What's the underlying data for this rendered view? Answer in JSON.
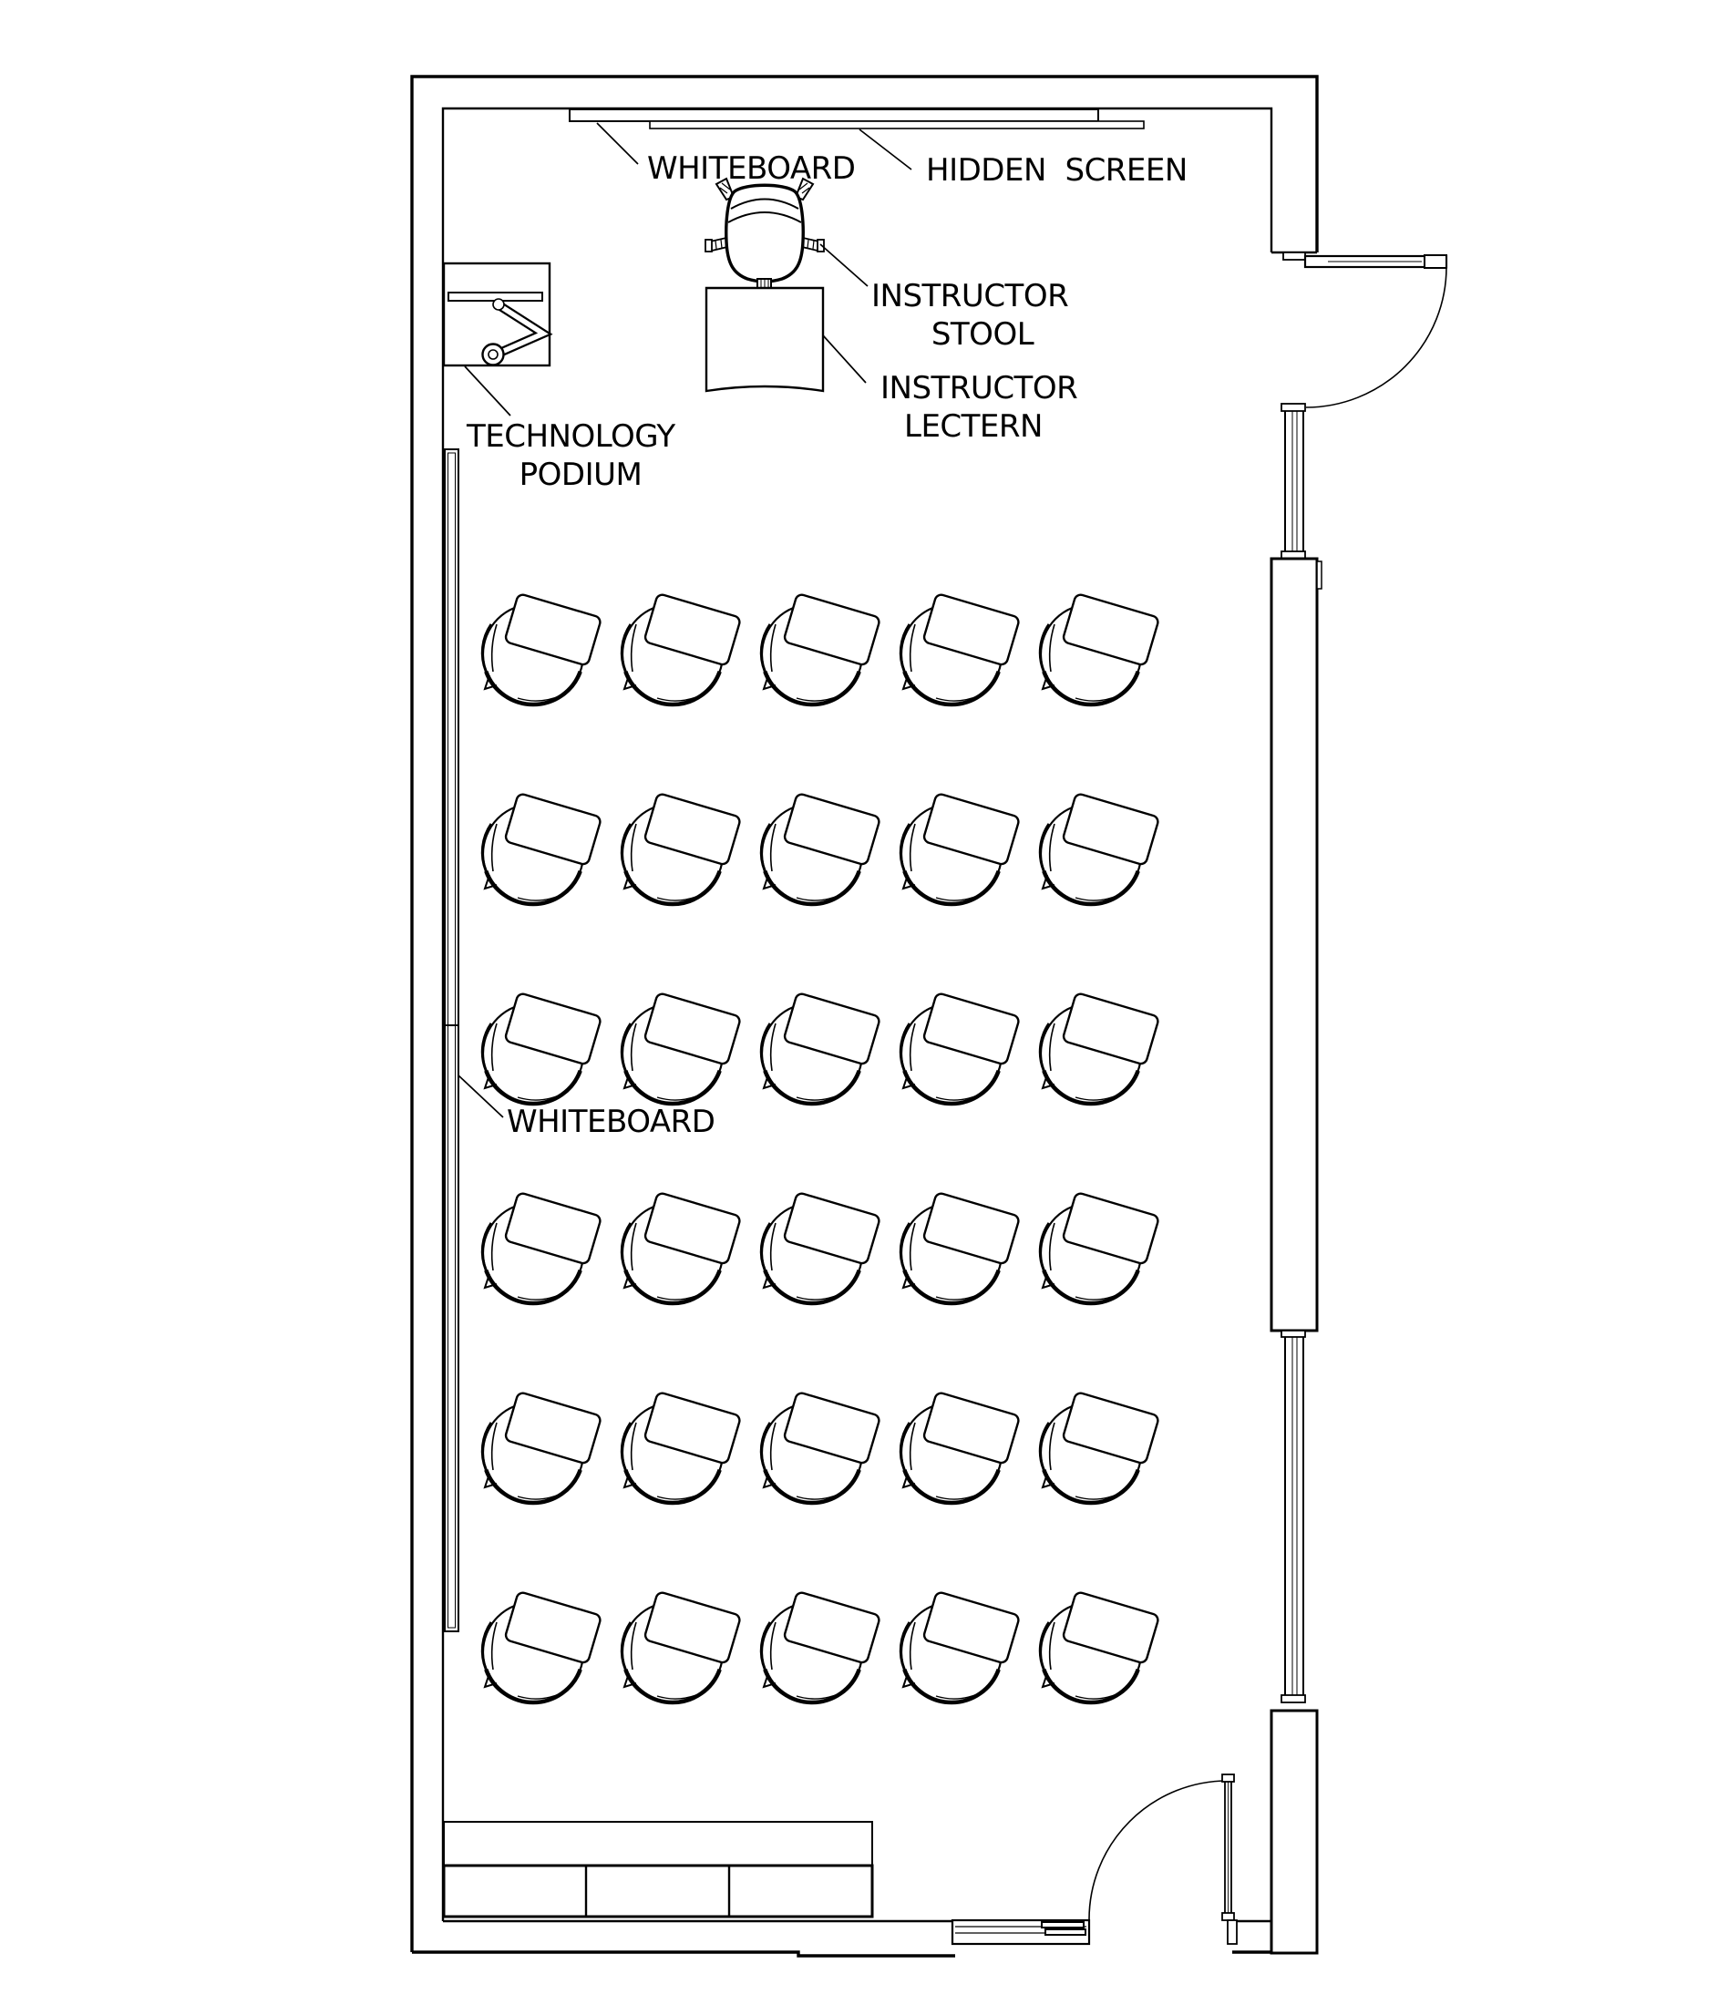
{
  "labels": {
    "whiteboard_top": "WHITEBOARD",
    "hidden_screen": "HIDDEN  SCREEN",
    "instructor_stool": {
      "line1": "INSTRUCTOR",
      "line2": "STOOL"
    },
    "instructor_lectern": {
      "line1": "INSTRUCTOR",
      "line2": "LECTERN"
    },
    "technology_podium": {
      "line1": "TECHNOLOGY",
      "line2": "PODIUM"
    },
    "whiteboard_left": "WHITEBOARD"
  },
  "seating": {
    "rows": 6,
    "columns": 5,
    "total_desks": 30
  },
  "colors": {
    "line": "#000000",
    "background": "#ffffff"
  }
}
